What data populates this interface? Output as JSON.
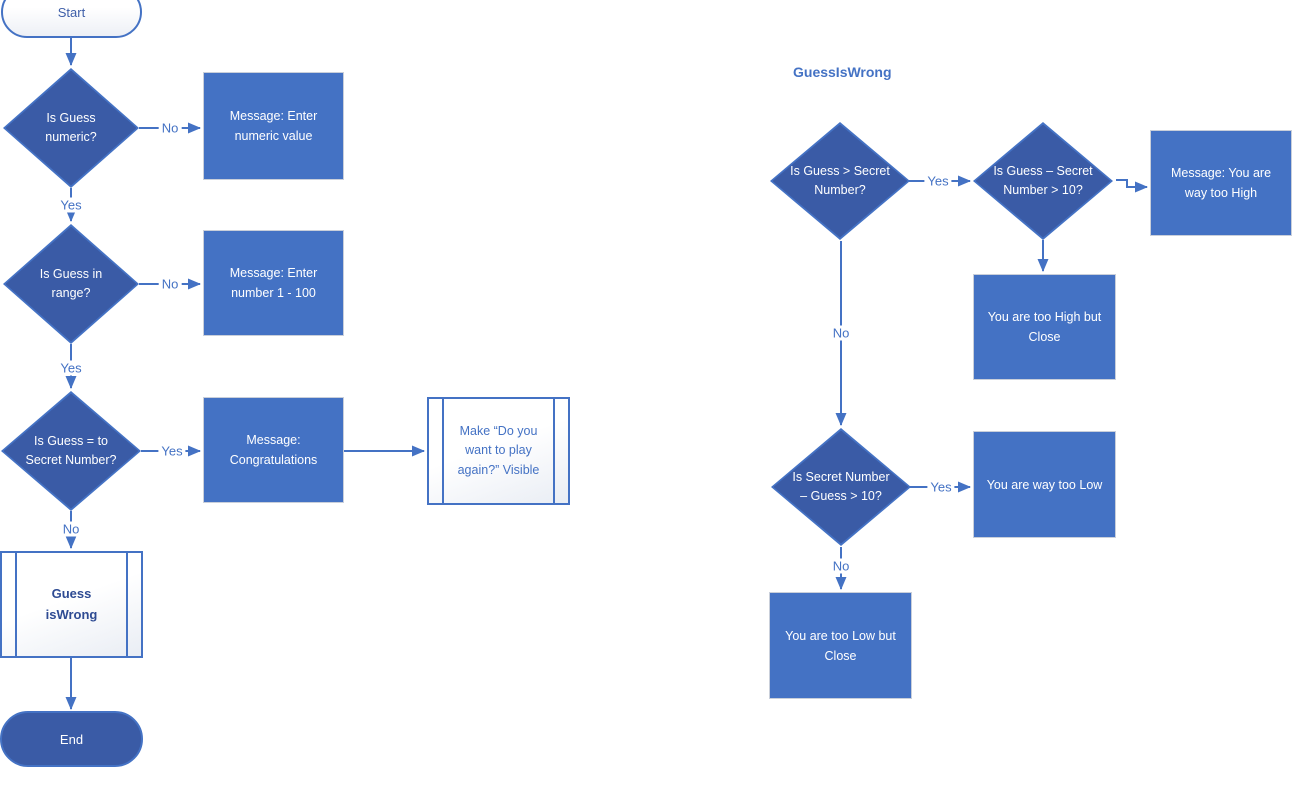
{
  "title": "GuessIsWrong",
  "labels": {
    "yes": "Yes",
    "no": "No"
  },
  "nodes": {
    "start": "Start",
    "is_numeric": "Is Guess numeric?",
    "msg_enter_numeric": "Message: Enter numeric value",
    "is_in_range": "Is Guess in range?",
    "msg_enter_number_range": "Message: Enter number 1 - 100",
    "is_equal_secret": "Is Guess = to Secret Number?",
    "msg_congratulations": "Message: Congratulations",
    "make_play_again_visible": "Make “Do you want to play again?” Visible",
    "call_guess_is_wrong": "Guess isWrong",
    "end": "End",
    "is_guess_greater": "Is Guess > Secret Number?",
    "is_guess_minus_secret_gt10": "Is Guess – Secret Number > 10?",
    "msg_way_too_high": "Message: You are way too High",
    "too_high_but_close": "You are too High but Close",
    "is_secret_minus_guess_gt10": "Is Secret Number – Guess > 10?",
    "way_too_low": "You are way too Low",
    "too_low_but_close": "You are too Low but Close"
  },
  "colors": {
    "connector": "#4472C4",
    "decision_fill": "#3A5BA6",
    "process_fill": "#4472C4",
    "canvas": "#FFFFFF",
    "dark_label_text": "#2E4B93"
  }
}
